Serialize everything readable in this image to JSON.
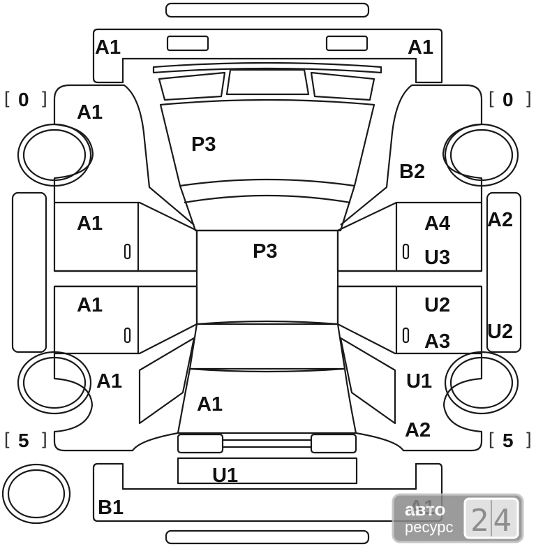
{
  "scale_labels": {
    "front_left": "0",
    "front_right": "0",
    "rear_left": "5",
    "rear_right": "5"
  },
  "panels": {
    "front_bumper_left": "A1",
    "front_bumper_right": "A1",
    "front_fender_left": "A1",
    "hood": "P3",
    "front_fender_right": "B2",
    "front_door_left": "A1",
    "front_door_right_a": "A4",
    "front_door_right_b": "U3",
    "roof": "P3",
    "right_side_sill_top": "A2",
    "rear_door_left": "A1",
    "rear_door_right_a": "U2",
    "rear_door_right_b": "A3",
    "right_side_sill_bottom": "U2",
    "rear_fender_left": "A1",
    "trunk": "A1",
    "rear_fender_right_a": "U1",
    "rear_fender_right_b": "A2",
    "tailgate": "U1",
    "rear_bumper_left": "B1",
    "rear_bumper_right": "A1"
  },
  "watermark": {
    "line1": "авто",
    "line2": "ресурс",
    "digits": "24"
  },
  "colors": {
    "stroke": "#1a1a1a",
    "watermark_bg": "#8a8a8a",
    "watermark_text": "#ffffff"
  }
}
